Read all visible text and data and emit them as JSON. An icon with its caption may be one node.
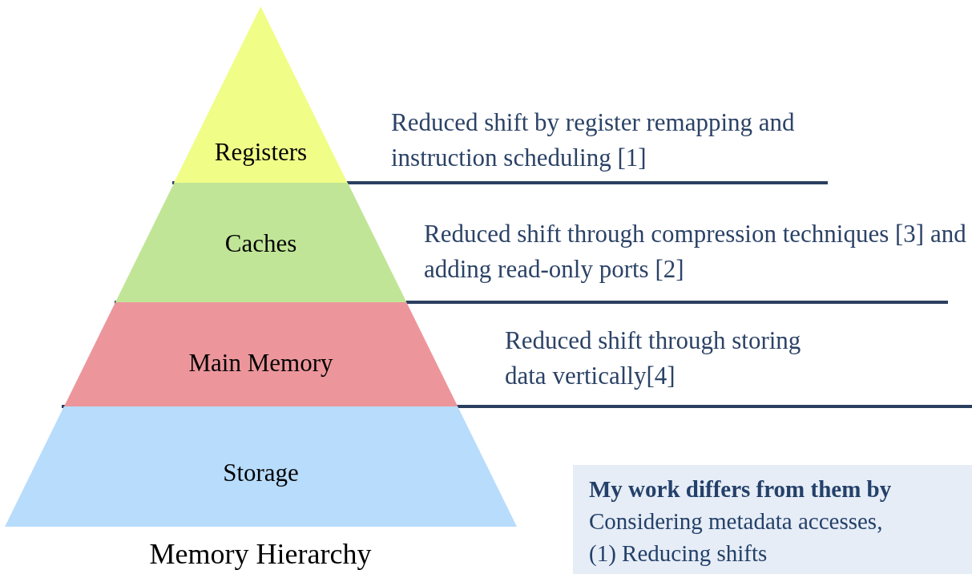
{
  "diagram": {
    "caption": "Memory Hierarchy",
    "nodes": [
      {
        "text": [
          "Registers"
        ]
      },
      {
        "text": [
          "Caches"
        ]
      },
      {
        "text": [
          "Main Memory"
        ]
      },
      {
        "text": [
          "Storage"
        ]
      },
      {
        "text": [
          "My work differs from them by",
          "Considering metadata accesses,",
          "(1) Reducing shifts"
        ]
      }
    ],
    "labels": [
      "Reduced shift by register remapping and instruction scheduling [1]",
      "Reduced shift through compression techniques [3] and adding read-only ports [2]",
      "Reduced shift through storing data vertically[4]"
    ]
  }
}
